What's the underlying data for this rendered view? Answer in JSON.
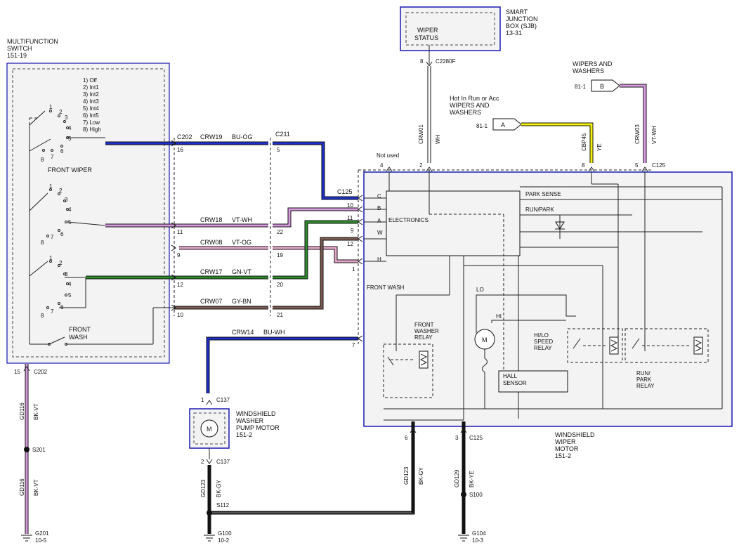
{
  "components": {
    "multifunction_switch": {
      "name_line1": "MULTIFUNCTION",
      "name_line2": "SWITCH",
      "ref": "151-19"
    },
    "wiper_positions": [
      "1) Off",
      "2) Int1",
      "3) Int2",
      "4) Int3",
      "5) Int4",
      "6) Int5",
      "7) Low",
      "8) High"
    ],
    "front_wiper_label": "FRONT WIPER",
    "front_wash_line1": "FRONT",
    "front_wash_line2": "WASH",
    "sjb": {
      "line1": "SMART",
      "line2": "JUNCTION",
      "line3": "BOX (SJB)",
      "ref": "13-31",
      "inner1": "WIPER",
      "inner2": "STATUS"
    },
    "wipers_and_washers": {
      "line1": "WIPERS AND",
      "line2": "WASHERS",
      "pin": "81-1",
      "connector": "B"
    },
    "hot_in_run": {
      "line1": "Hot In Run or Acc",
      "line2": "WIPERS AND",
      "line3": "WASHERS",
      "pin": "81-1",
      "connector": "A"
    },
    "wiper_motor": {
      "line1": "WINDSHIELD",
      "line2": "WIPER",
      "line3": "MOTOR",
      "ref": "151-2"
    },
    "washer_pump": {
      "line1": "WINDSHIELD",
      "line2": "WASHER",
      "line3": "PUMP MOTOR",
      "ref": "151-2"
    },
    "electronics": "ELECTRONICS",
    "park_sense": "PARK SENSE",
    "run_park": "RUN/PARK",
    "front_wash_internal": "FRONT WASH",
    "front_washer_relay": {
      "line1": "FRONT",
      "line2": "WASHER",
      "line3": "RELAY"
    },
    "hilo_relay": {
      "line1": "HI/LO",
      "line2": "SPEED",
      "line3": "RELAY"
    },
    "runpark_relay": {
      "line1": "RUN/",
      "line2": "PARK",
      "line3": "RELAY"
    },
    "hall_sensor": {
      "line1": "HALL",
      "line2": "SENSOR"
    },
    "lo": "LO",
    "hi": "HI",
    "motor_symbol": "M",
    "not_used": "Not used"
  },
  "connectors": {
    "c202": "C202",
    "c211": "C211",
    "c125": "C125",
    "c2280f": "C2280F",
    "c137": "C137",
    "c125_letters": [
      "C",
      "B",
      "A",
      "W",
      "H"
    ],
    "c125_pins": [
      "10",
      "11",
      "9",
      "12",
      "1",
      "7"
    ]
  },
  "pins": {
    "p16": "16",
    "p11": "11",
    "p9": "9",
    "p12": "12",
    "p10": "10",
    "p15": "15",
    "p5": "5",
    "p22": "22",
    "p19": "19",
    "p20": "20",
    "p21": "21",
    "p4": "4",
    "p2": "2",
    "p8": "8",
    "p5b": "5",
    "p8sjb": "8",
    "p1": "1",
    "p2b": "2",
    "p6": "6",
    "p3": "3"
  },
  "wires": [
    {
      "circuit": "CRW19",
      "color": "BU-OG"
    },
    {
      "circuit": "CRW18",
      "color": "VT-WH"
    },
    {
      "circuit": "CRW08",
      "color": "VT-OG"
    },
    {
      "circuit": "CRW17",
      "color": "GN-VT"
    },
    {
      "circuit": "CRW07",
      "color": "GY-BN"
    },
    {
      "circuit": "CRW14",
      "color": "BU-WH"
    },
    {
      "circuit": "CRW01",
      "color": "WH"
    },
    {
      "circuit": "CBP45",
      "color": "YE"
    },
    {
      "circuit": "CRW03",
      "color": "VT-WH"
    },
    {
      "circuit": "GD116",
      "color": "BK-VT"
    },
    {
      "circuit": "GD123",
      "color": "BK-GY"
    },
    {
      "circuit": "GD129",
      "color": "BK-YE"
    }
  ],
  "splices": [
    "S201",
    "S112",
    "S100"
  ],
  "grounds": [
    {
      "name": "G201",
      "ref": "10-5"
    },
    {
      "name": "G100",
      "ref": "10-2"
    },
    {
      "name": "G104",
      "ref": "10-3"
    }
  ],
  "wire_colors": {
    "blue": "#1f2fc8",
    "violet_white": "#d89be0",
    "violet_orange": "#e8a6cc",
    "green": "#2f8a2f",
    "gray_brown": "#7a5a50",
    "yellow": "#f2f20a",
    "black": "#111111",
    "white": "#ffffff"
  }
}
